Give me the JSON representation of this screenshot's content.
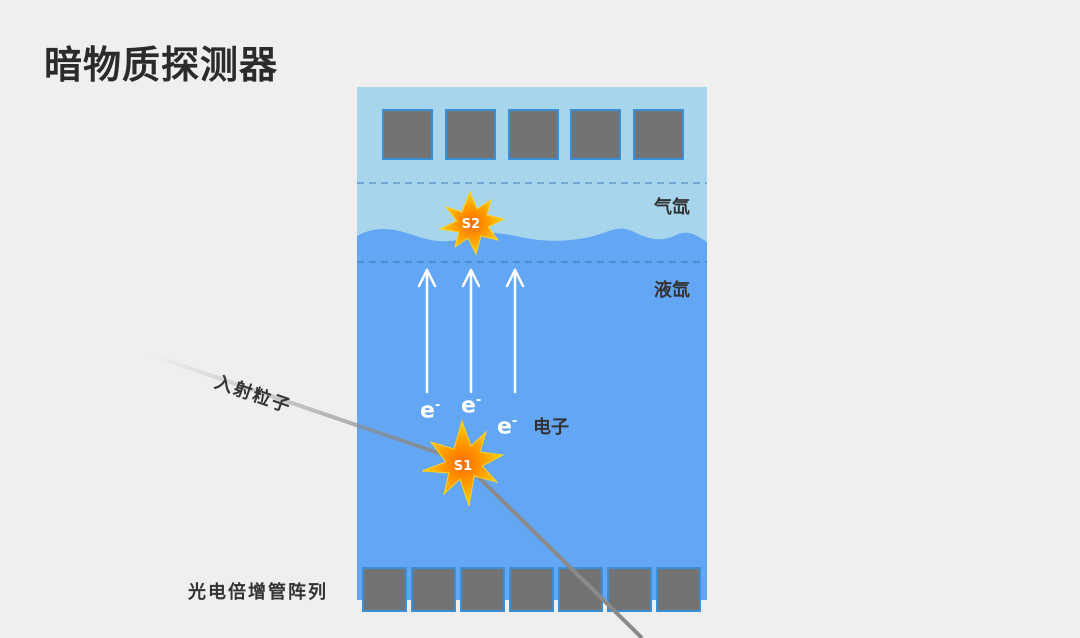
{
  "title": "暗物质探测器",
  "labels": {
    "gas": "气氙",
    "liquid": "液氙",
    "particle": "入射粒子",
    "electron": "电子",
    "pmt": "光电倍增管阵列",
    "s1": "S1",
    "s2": "S2",
    "e": "e",
    "minus": "-"
  },
  "colors": {
    "background": "#efefef",
    "gas": "#a7d6ec",
    "liquid": "#63a7f4",
    "pmt": "#737373",
    "pmt_border": "#3a8fd6",
    "burst_outer": "#ffd21a",
    "burst_inner": "#ff8a00"
  },
  "top_pmt_count": 5,
  "bottom_pmt_count": 7,
  "electron_arrow_count": 3
}
